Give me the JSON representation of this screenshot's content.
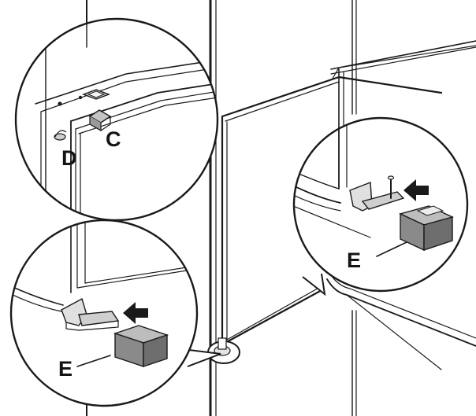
{
  "labels": {
    "c": "C",
    "d": "D",
    "e_right": "E",
    "e_left": "E"
  },
  "colors": {
    "stroke": "#1a1a1a",
    "block_top": "#bdbdbd",
    "block_front": "#8a8a8a",
    "block_side": "#6e6e6e",
    "hinge_fill": "#e4e4e4"
  }
}
